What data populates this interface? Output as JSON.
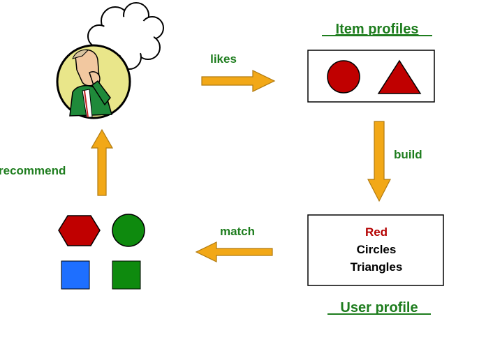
{
  "labels": {
    "item_profiles": "Item profiles",
    "user_profile": "User profile",
    "likes": "likes",
    "build": "build",
    "match": "match",
    "recommend": "recommend"
  },
  "user_profile_box": {
    "line1": "Red",
    "line2": "Circles",
    "line3": "Triangles"
  },
  "colors": {
    "arrow_fill": "#f2a817",
    "label_green": "#1e7d1e",
    "shape_red": "#c00000",
    "shape_green": "#0e8a0e",
    "shape_blue": "#1e6fff",
    "avatar_background": "#e9e68a"
  },
  "icons": {
    "user": "thinking-person-icon",
    "thought_bubble": "thought-cloud-icon"
  }
}
